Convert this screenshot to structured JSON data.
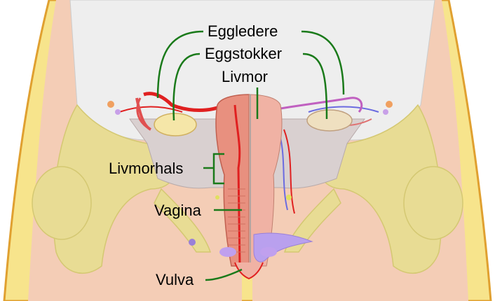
{
  "labels": {
    "fallopian_tubes": "Eggledere",
    "ovaries": "Eggstokker",
    "uterus": "Livmor",
    "cervix": "Livmorhals",
    "vagina": "Vagina",
    "vulva": "Vulva"
  },
  "colors": {
    "background": "#ffffff",
    "abdomen": "#eeeeee",
    "bone": "#e6dc90",
    "skin": "#f7e48c",
    "muscle": "#f1c6a8",
    "tissue": "#f5c9bf",
    "uterus": "#f4b7a6",
    "uterus_cut": "#e88f84",
    "artery": "#e02020",
    "vein": "#6b6be0",
    "nerve": "#f0f07a",
    "bladder": "#b9a0ee",
    "ovary": "#f5e6a8",
    "leader": "#1a7a1a"
  }
}
